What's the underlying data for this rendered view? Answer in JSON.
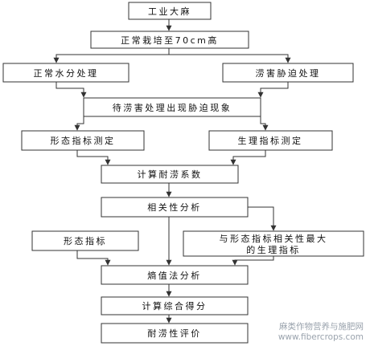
{
  "nodes": {
    "n1": "工业大麻",
    "n2": "正常栽培至70cm高",
    "n3": "正常水分处理",
    "n4": "涝害胁迫处理",
    "n5": "待涝害处理出现胁迫现象",
    "n6": "形态指标测定",
    "n7": "生理指标测定",
    "n8": "计算耐涝系数",
    "n9": "相关性分析",
    "n10": "形态指标",
    "n11_line1": "与形态指标相关性最大",
    "n11_line2": "的生理指标",
    "n12": "熵值法分析",
    "n13": "计算综合得分",
    "n14": "耐涝性评价"
  },
  "watermark": {
    "line1": "麻类作物营养与施肥网",
    "line2": "www.fibercrops.com"
  }
}
